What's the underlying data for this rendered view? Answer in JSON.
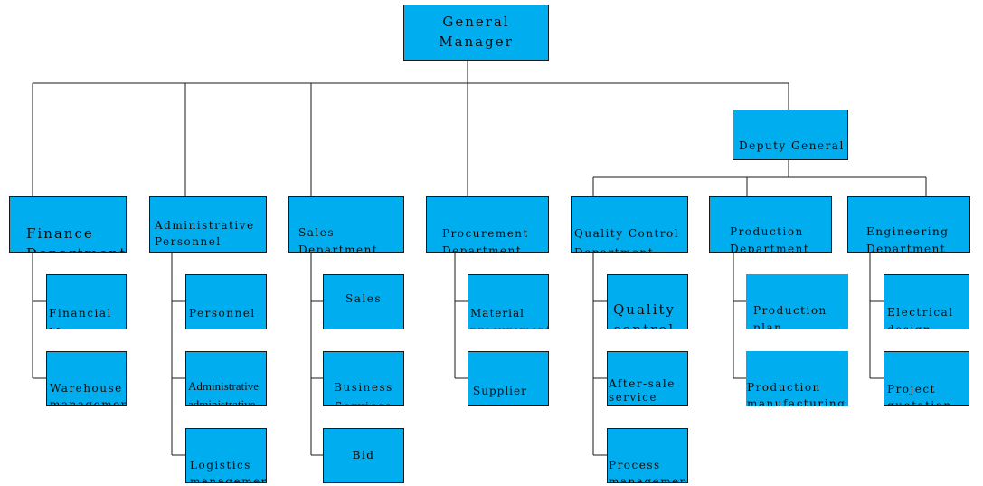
{
  "org": {
    "general_manager": "General Manager",
    "deputy": "Deputy General\nManager",
    "departments": [
      {
        "name": "Finance\nDepartment",
        "children": [
          "Financial\nManagement",
          "Warehouse\nmanagement"
        ]
      },
      {
        "name": "Administrative\nPersonnel\nDepartment",
        "children": [
          "Personnel\nmanagement",
          "Administrative\nadministrative",
          "Logistics\nmanagement"
        ]
      },
      {
        "name": "Sales\nDepartment",
        "children": [
          "Sales",
          "Business\nServices",
          "Bid"
        ]
      },
      {
        "name": "Procurement\nDepartment",
        "children": [
          "Material\nprocurement",
          "Supplier\nDevelopment"
        ]
      },
      {
        "name": "Quality Control\nDepartment",
        "children": [
          "Quality\ncontrol",
          "After-sale\nservice",
          "Process\nmanagement"
        ]
      },
      {
        "name": "Production\nDepartment",
        "children": [
          "Production\nplan",
          "Production\nmanufacturing"
        ]
      },
      {
        "name": "Engineering\nDepartment",
        "children": [
          "Electrical\ndesign",
          "Project\nquotation"
        ]
      }
    ]
  },
  "colors": {
    "box_fill": "#00aeef",
    "box_border": "#1a1a1a",
    "line": "#1a1a1a"
  }
}
